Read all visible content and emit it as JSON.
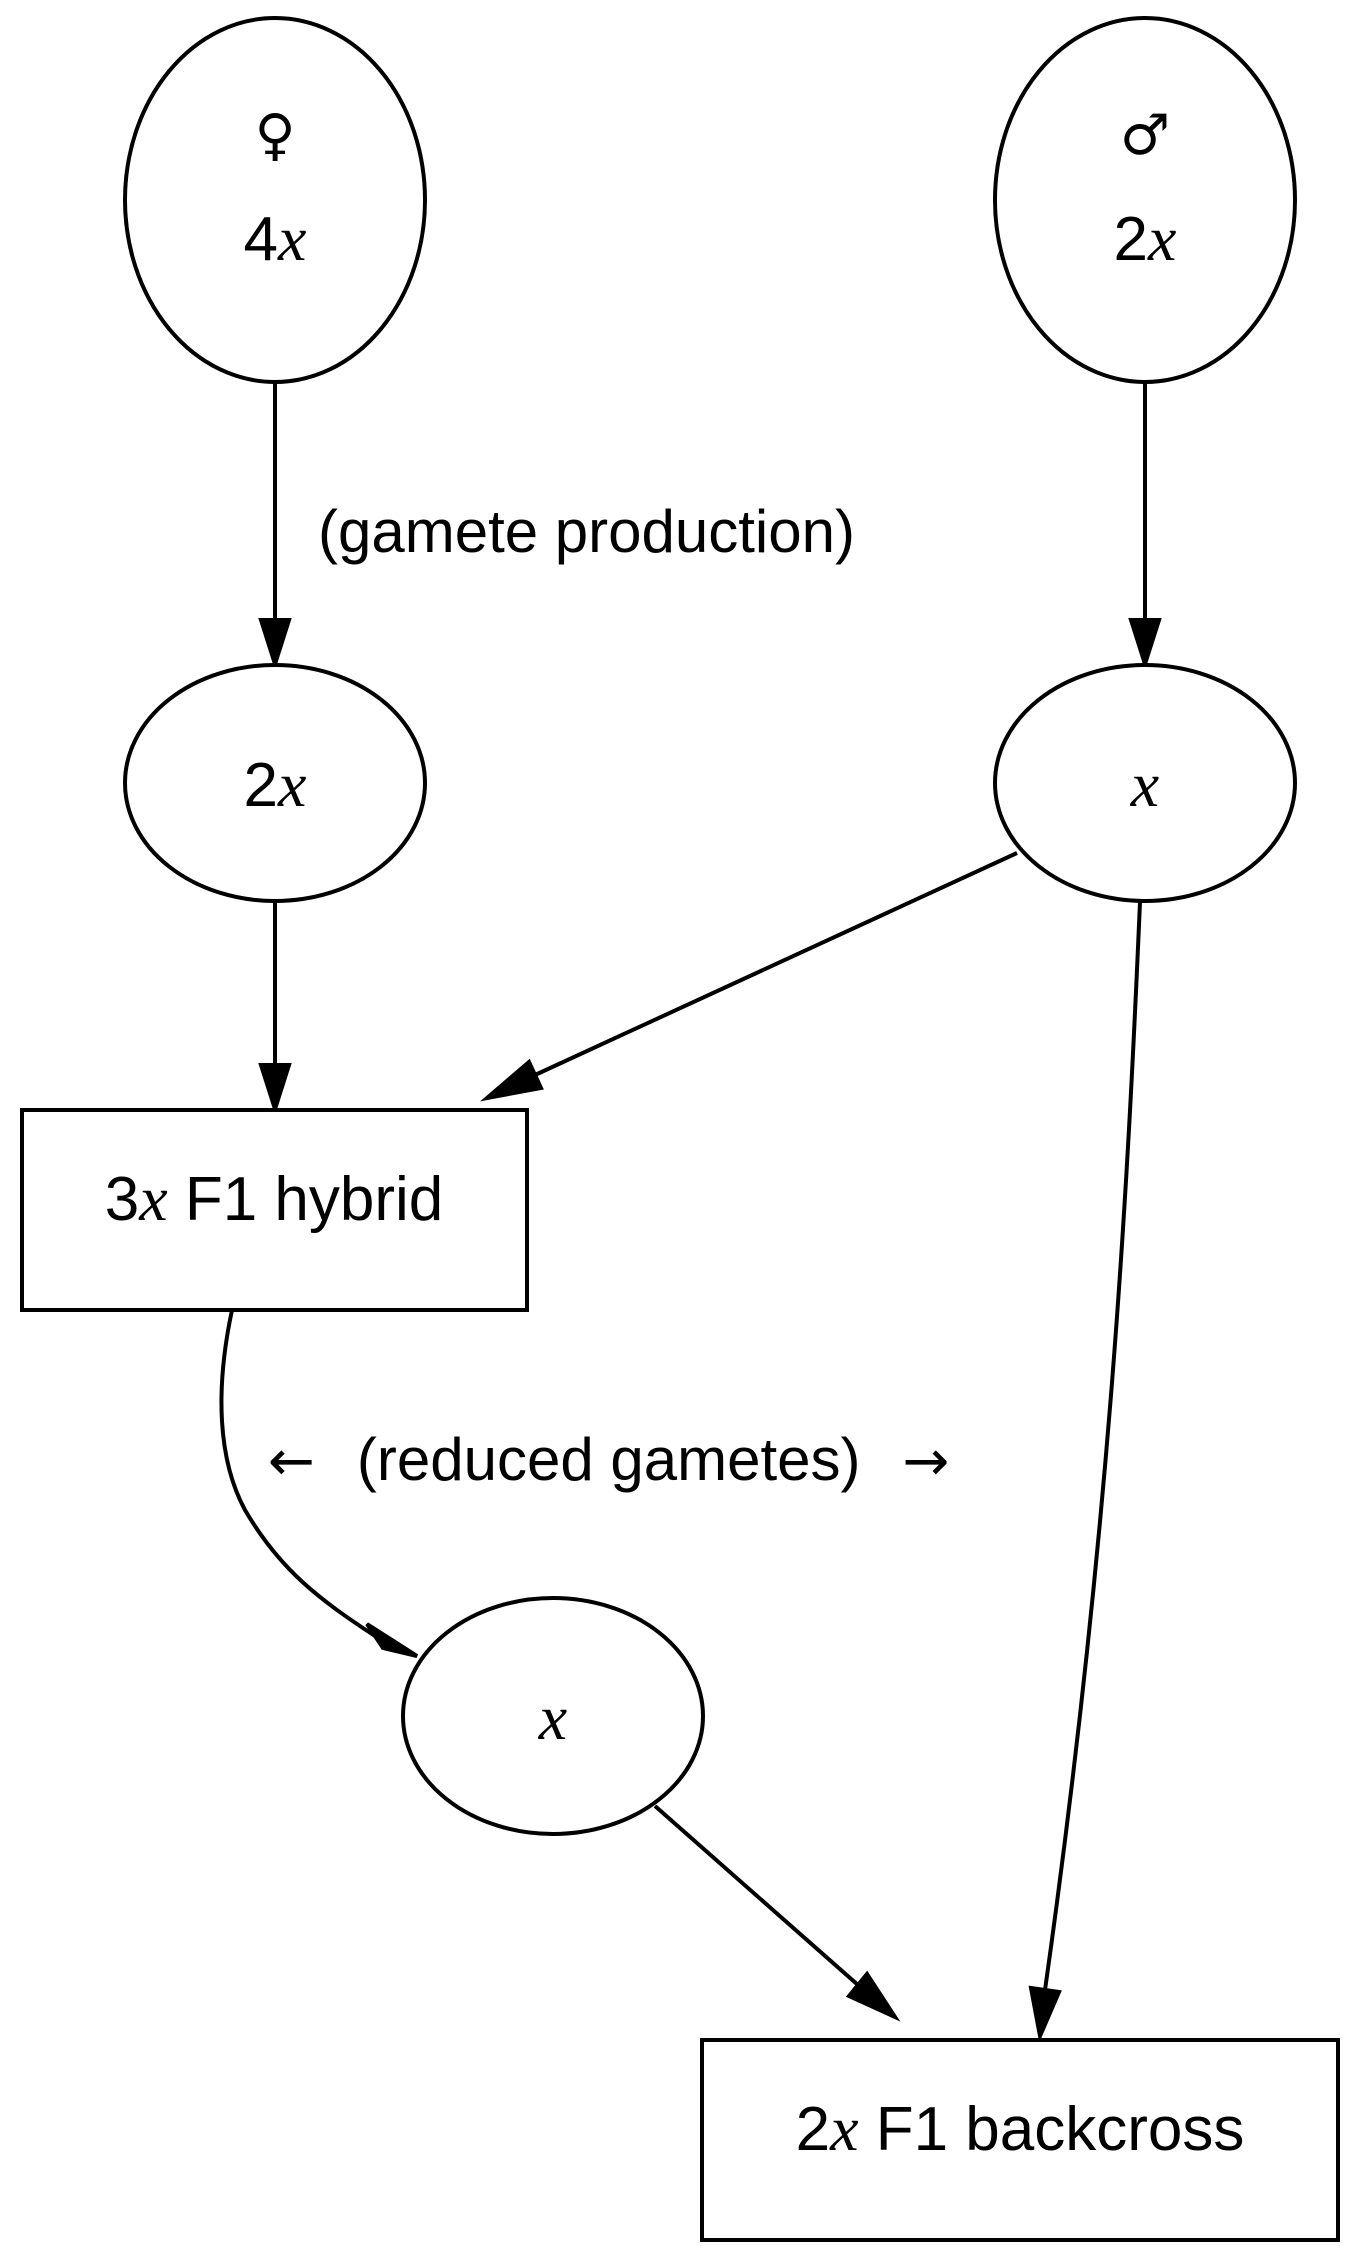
{
  "nodes": {
    "female_parent": {
      "symbol": "♀",
      "count": "4",
      "var": "x"
    },
    "male_parent": {
      "symbol": "♂",
      "count": "2",
      "var": "x"
    },
    "female_gamete": {
      "count": "2",
      "var": "x"
    },
    "male_gamete": {
      "count": "",
      "var": "x"
    },
    "hybrid": {
      "count": "3",
      "var": "x",
      "text": " F1 hybrid"
    },
    "reduced_gamete": {
      "count": "",
      "var": "x"
    },
    "backcross": {
      "count": "2",
      "var": "x",
      "text": " F1 backcross"
    }
  },
  "edge_labels": {
    "gamete_production": "(gamete production)",
    "reduced_gametes": "(reduced gametes)",
    "left_arrow": "←",
    "right_arrow": "→"
  }
}
